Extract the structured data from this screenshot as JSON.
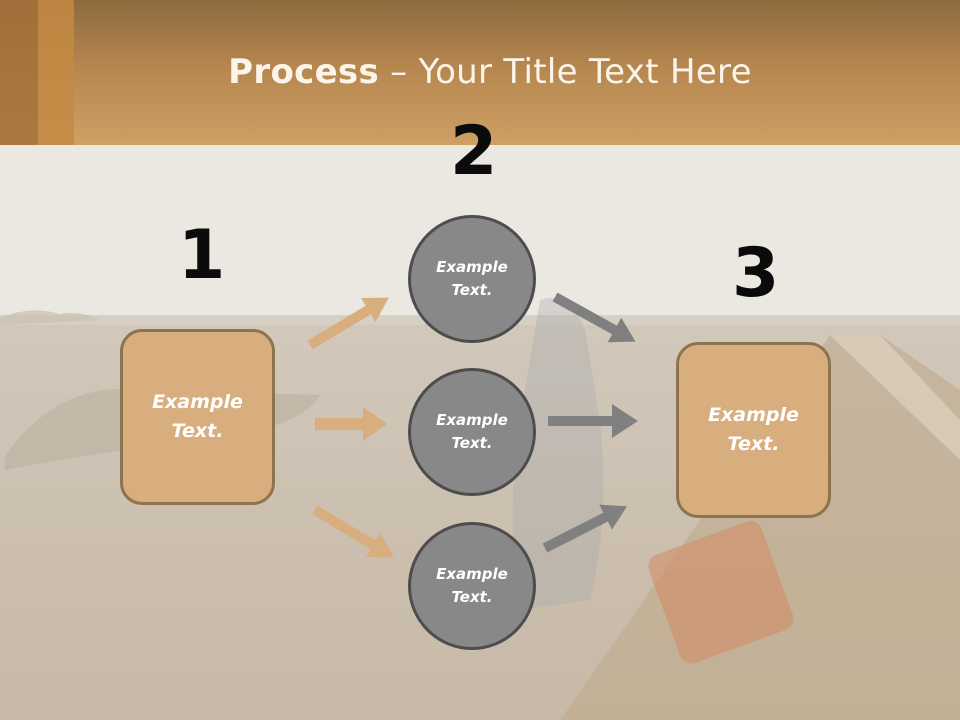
{
  "title": {
    "bold": "Process",
    "rest": " – Your Title Text Here"
  },
  "steps": {
    "one": "1",
    "two": "2",
    "three": "3"
  },
  "box_left": {
    "line1": "Example",
    "line2": "Text."
  },
  "box_right": {
    "line1": "Example",
    "line2": "Text."
  },
  "circles": [
    {
      "line1": "Example",
      "line2": "Text."
    },
    {
      "line1": "Example",
      "line2": "Text."
    },
    {
      "line1": "Example",
      "line2": "Text."
    }
  ],
  "colors": {
    "header": "#b5864e",
    "box_fill": "#d9ae7e",
    "circle_fill": "#888888",
    "arrow_in": "#d9ae7e",
    "arrow_out": "#808080"
  }
}
